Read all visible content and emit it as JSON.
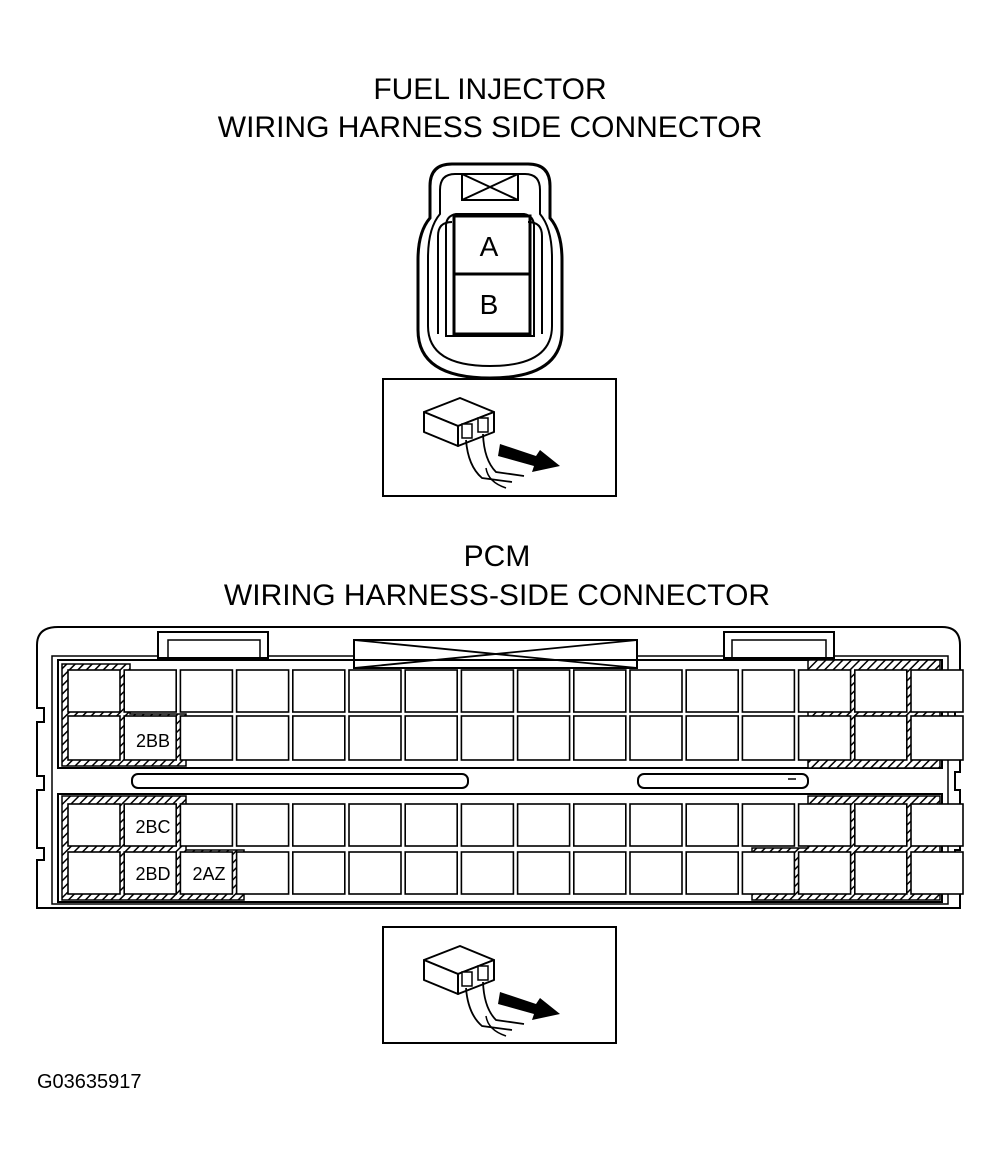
{
  "injector": {
    "title_line1": "FUEL INJECTOR",
    "title_line2": "WIRING HARNESS SIDE CONNECTOR",
    "pins": [
      "A",
      "B"
    ]
  },
  "pcm": {
    "title_line1": "PCM",
    "title_line2": "WIRING HARNESS-SIDE CONNECTOR",
    "pin_labels": {
      "r2c2": "2BB",
      "r3c2": "2BC",
      "r4c2": "2BD",
      "r4c3": "2AZ"
    }
  },
  "figure_code": "G03635917"
}
